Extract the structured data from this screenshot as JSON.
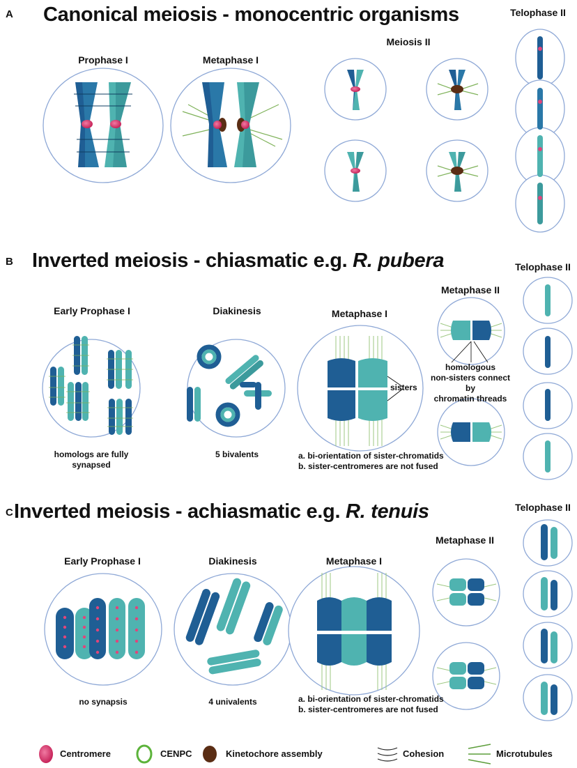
{
  "colors": {
    "dark_blue": "#1f5e94",
    "teal": "#4fb3b0",
    "centromere": "#e0457b",
    "cenpc": "#5cb33a",
    "kinetochore": "#5a2d14",
    "microtubule": "#7fb25a",
    "cell_outline": "#8ea8d6"
  },
  "panel_a": {
    "letter": "A",
    "title": "Canonical meiosis - monocentric organisms",
    "stages": {
      "prophase": "Prophase I",
      "metaphase": "Metaphase I",
      "meiosis2": "Meiosis II",
      "telophase": "Telophase II"
    }
  },
  "panel_b": {
    "letter": "B",
    "title_plain": "Inverted meiosis - chiasmatic e.g. ",
    "title_italic": "R. pubera",
    "stages": {
      "early_prophase": "Early Prophase I",
      "diakinesis": "Diakinesis",
      "metaphase": "Metaphase I",
      "metaphase2": "Metaphase II",
      "telophase": "Telophase II"
    },
    "captions": {
      "prophase_line1": "homologs are fully",
      "prophase_line2": "synapsed",
      "diakinesis": "5 bivalents",
      "metaphase_line1": "a. bi-orientation of sister-chromatids",
      "metaphase_line2": "b. sister-centromeres are not fused",
      "sisters": "sisters",
      "meta2_line1": "homologous",
      "meta2_line2": "non-sisters connect by",
      "meta2_line3": "chromatin threads"
    }
  },
  "panel_c": {
    "letter": "C",
    "title_plain": "Inverted meiosis - achiasmatic e.g. ",
    "title_italic": "R. tenuis",
    "stages": {
      "early_prophase": "Early Prophase I",
      "diakinesis": "Diakinesis",
      "metaphase": "Metaphase I",
      "metaphase2": "Metaphase II",
      "telophase": "Telophase II"
    },
    "captions": {
      "prophase": "no synapsis",
      "diakinesis": "4 univalents",
      "metaphase_line1": "a. bi-orientation of sister-chromatids",
      "metaphase_line2": "b. sister-centromeres are not fused"
    }
  },
  "legend": {
    "items": [
      {
        "label": "Centromere",
        "icon": "centromere-icon"
      },
      {
        "label": "CENPC",
        "icon": "cenpc-ring-icon"
      },
      {
        "label": "Kinetochore assembly",
        "icon": "kinetochore-icon"
      },
      {
        "label": "Cohesion",
        "icon": "cohesion-icon"
      },
      {
        "label": "Microtubules",
        "icon": "microtubules-icon"
      }
    ]
  }
}
